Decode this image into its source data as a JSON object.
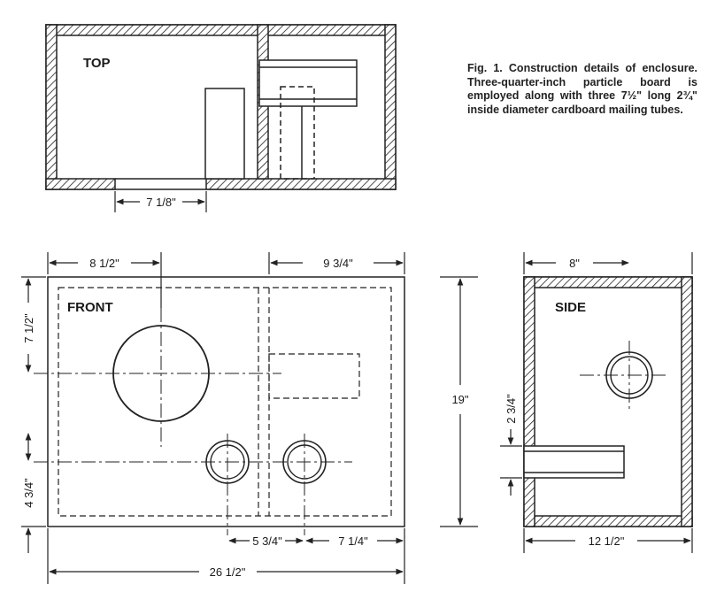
{
  "caption": "Fig. 1. Construction details of enclosure. Three-quarter-inch particle board is employed along with three 7½\" long 2¾\" inside diameter cardboard mailing tubes.",
  "views": {
    "top": {
      "title": "TOP",
      "dim_port_width": "7 1/8\""
    },
    "front": {
      "title": "FRONT",
      "dim_left_section": "8 1/2\"",
      "dim_right_section": "9 3/4\"",
      "dim_upper_height": "7 1/2\"",
      "dim_lower_height": "4 3/4\"",
      "dim_port_spacing_a": "5 3/4\"",
      "dim_port_spacing_b": "7 1/4\"",
      "dim_total_width": "26 1/2\""
    },
    "height": {
      "dim_total_height": "19\""
    },
    "side": {
      "title": "SIDE",
      "dim_top": "8\"",
      "dim_tube": "2 3/4\"",
      "dim_depth": "12 1/2\""
    }
  }
}
